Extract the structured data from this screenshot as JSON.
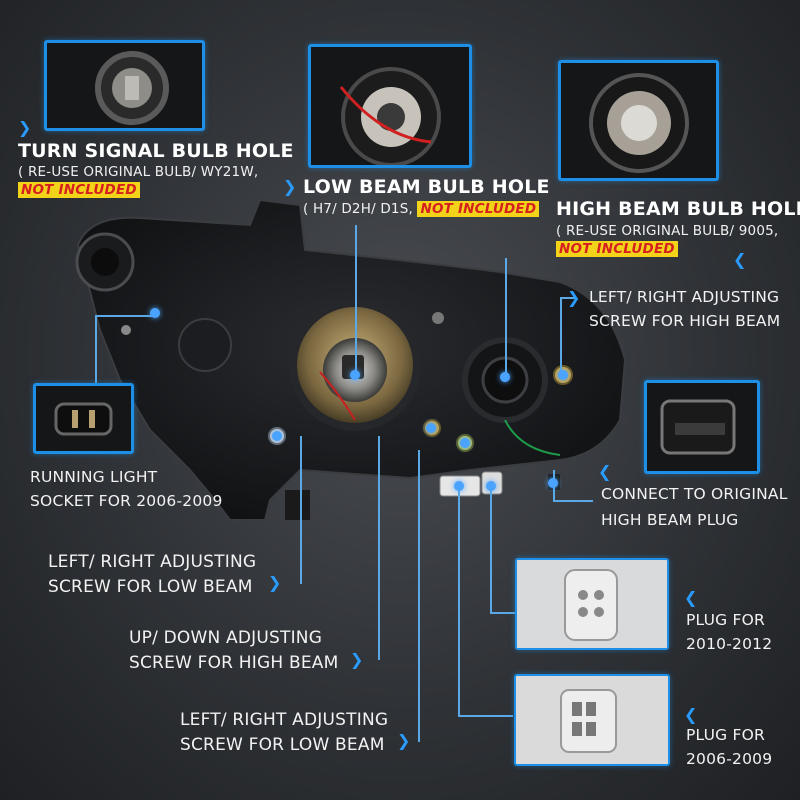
{
  "labels": {
    "turn_signal": {
      "title": "TURN SIGNAL BULB HOLE",
      "sub": "( RE-USE ORIGINAL BULB/ WY21W,",
      "note": "NOT INCLUDED"
    },
    "low_beam": {
      "title": "LOW BEAM BULB HOLE",
      "sub": "( H7/ D2H/ D1S,",
      "note": "NOT INCLUDED"
    },
    "high_beam": {
      "title": "HIGH BEAM BULB HOLE",
      "sub": "( RE-USE ORIGINAL BULB/ 9005,",
      "note": "NOT INCLUDED"
    },
    "adjust_high_lr": [
      "LEFT/ RIGHT ADJUSTING",
      "SCREW FOR HIGH BEAM"
    ],
    "running_light": [
      "RUNNING LIGHT",
      "SOCKET FOR 2006-2009"
    ],
    "connect_plug": [
      "CONNECT TO ORIGINAL",
      "HIGH BEAM PLUG"
    ],
    "adjust_low_lr_1": [
      "LEFT/ RIGHT ADJUSTING",
      "SCREW FOR LOW BEAM"
    ],
    "adjust_high_ud": [
      "UP/ DOWN ADJUSTING",
      "SCREW FOR HIGH BEAM"
    ],
    "adjust_low_lr_2": [
      "LEFT/ RIGHT ADJUSTING",
      "SCREW FOR LOW BEAM"
    ],
    "plug_2010": [
      "PLUG FOR",
      "2010-2012"
    ],
    "plug_2006": [
      "PLUG FOR",
      "2006-2009"
    ]
  },
  "colors": {
    "accent": "#1e8fe6",
    "highlight": "#f2d31a",
    "warning_text": "#d62020"
  }
}
